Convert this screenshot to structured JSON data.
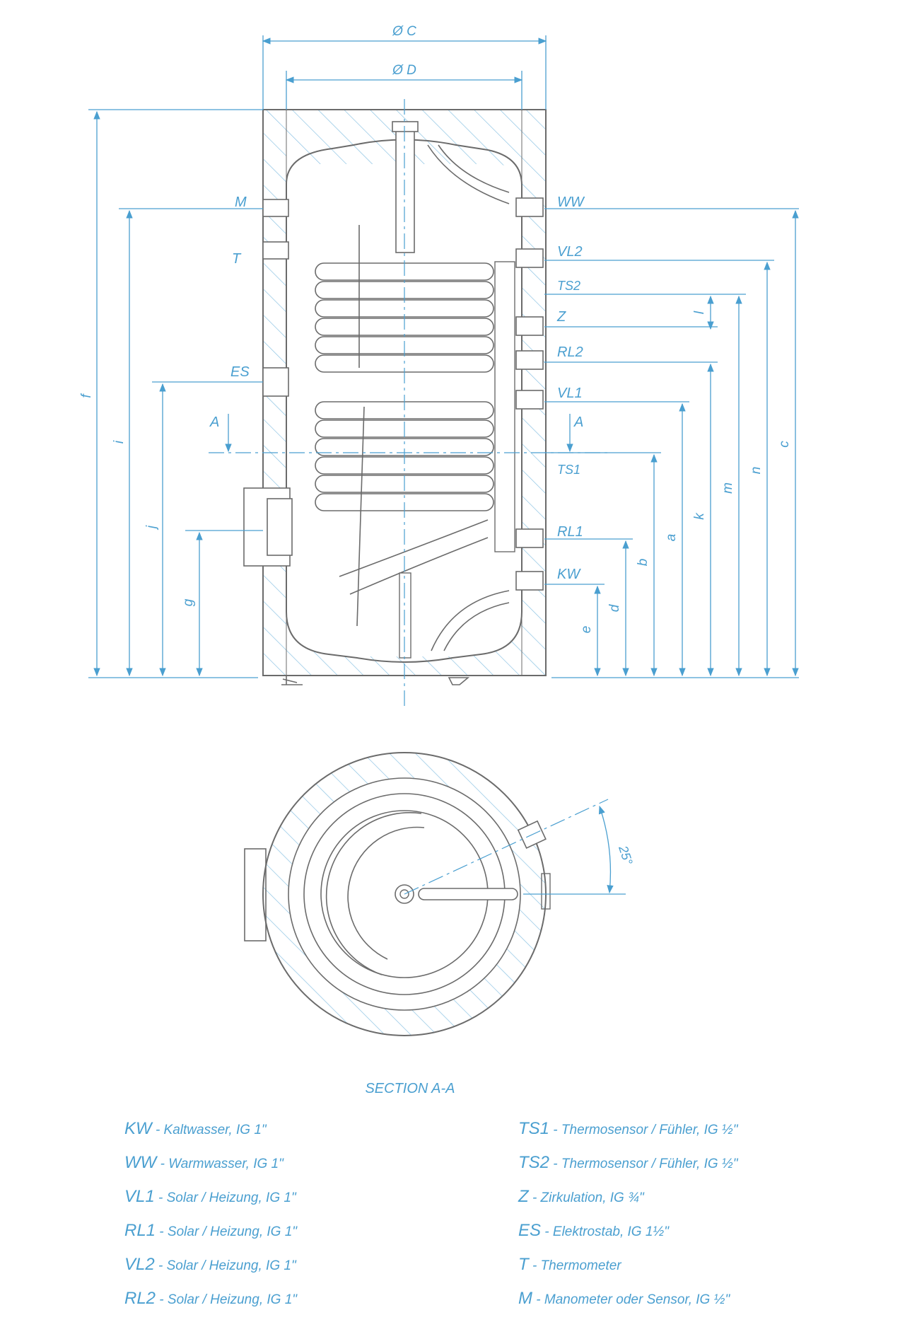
{
  "dimensions": {
    "outer_diameter": "Ø C",
    "inner_diameter": "Ø D",
    "f": "f",
    "i": "i",
    "j": "j",
    "g": "g",
    "e": "e",
    "d": "d",
    "b": "b",
    "a": "a",
    "k": "k",
    "l": "l",
    "m": "m",
    "n": "n",
    "c": "c"
  },
  "connections": {
    "ww": "WW",
    "vl2": "VL2",
    "ts2": "TS2",
    "z": "Z",
    "rl2": "RL2",
    "vl1": "VL1",
    "ts1": "TS1",
    "rl1": "RL1",
    "kw": "KW",
    "m": "M",
    "t": "T",
    "es": "ES"
  },
  "section_marker": "A",
  "angle_label": "25°",
  "section_title": "SECTION A-A",
  "legend": {
    "left": [
      {
        "code": "KW",
        "desc": " - Kaltwasser,  IG 1\""
      },
      {
        "code": "WW",
        "desc": " - Warmwasser,  IG 1\""
      },
      {
        "code": "VL1",
        "desc": " - Solar / Heizung,  IG 1\""
      },
      {
        "code": "RL1",
        "desc": " - Solar / Heizung,  IG 1\""
      },
      {
        "code": "VL2",
        "desc": " - Solar / Heizung,  IG 1\""
      },
      {
        "code": "RL2",
        "desc": " - Solar / Heizung,  IG 1\""
      }
    ],
    "right": [
      {
        "code": "TS1",
        "desc": " - Thermosensor / Fühler,  IG ½\""
      },
      {
        "code": "TS2",
        "desc": " - Thermosensor / Fühler,  IG ½\""
      },
      {
        "code": "Z",
        "desc": " - Zirkulation,  IG ¾\""
      },
      {
        "code": "ES",
        "desc": " - Elektrostab,  IG 1½\""
      },
      {
        "code": "T",
        "desc": " - Thermometer"
      },
      {
        "code": "M",
        "desc": " - Manometer oder Sensor,  IG ½\""
      }
    ]
  },
  "colors": {
    "dimension_blue": "#4a9fd0",
    "outline_gray": "#6b6b6b",
    "hatch_blue": "#8cc3e3"
  }
}
